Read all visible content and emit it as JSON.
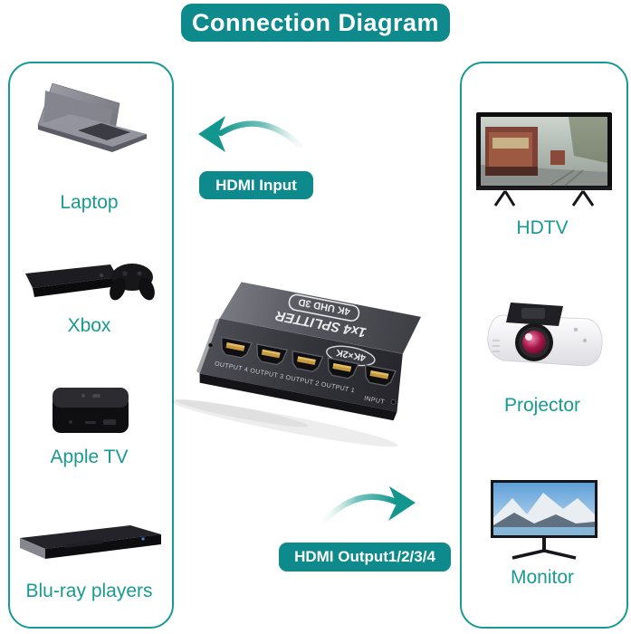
{
  "title": "Connection Diagram",
  "colors": {
    "accent_teal": "#0e898c",
    "label_teal": "#189a93",
    "border_teal": "#179a94",
    "arrow_teal": "#12968d",
    "port_gold": "#c59a3e"
  },
  "sources": {
    "items": [
      {
        "label": "Laptop",
        "image": "laptop-photo"
      },
      {
        "label": "Xbox",
        "image": "xbox-photo"
      },
      {
        "label": "Apple TV",
        "image": "apple-tv-photo"
      },
      {
        "label": "Blu-ray players",
        "image": "blu-ray-photo"
      }
    ]
  },
  "outputs": {
    "items": [
      {
        "label": "HDTV",
        "image": "hdtv-photo"
      },
      {
        "label": "Projector",
        "image": "projector-photo"
      },
      {
        "label": "Monitor",
        "image": "monitor-photo"
      }
    ]
  },
  "center": {
    "input_badge": "HDMI Input",
    "output_badge": "HDMI Output1/2/3/4",
    "device": {
      "line1": "1x4 SPLITTER",
      "line2": "4K UHD 3D",
      "badge": "4K×2K",
      "ports": [
        "OUTPUT 4",
        "OUTPUT 3",
        "OUTPUT 2",
        "OUTPUT 1",
        "INPUT"
      ]
    }
  }
}
